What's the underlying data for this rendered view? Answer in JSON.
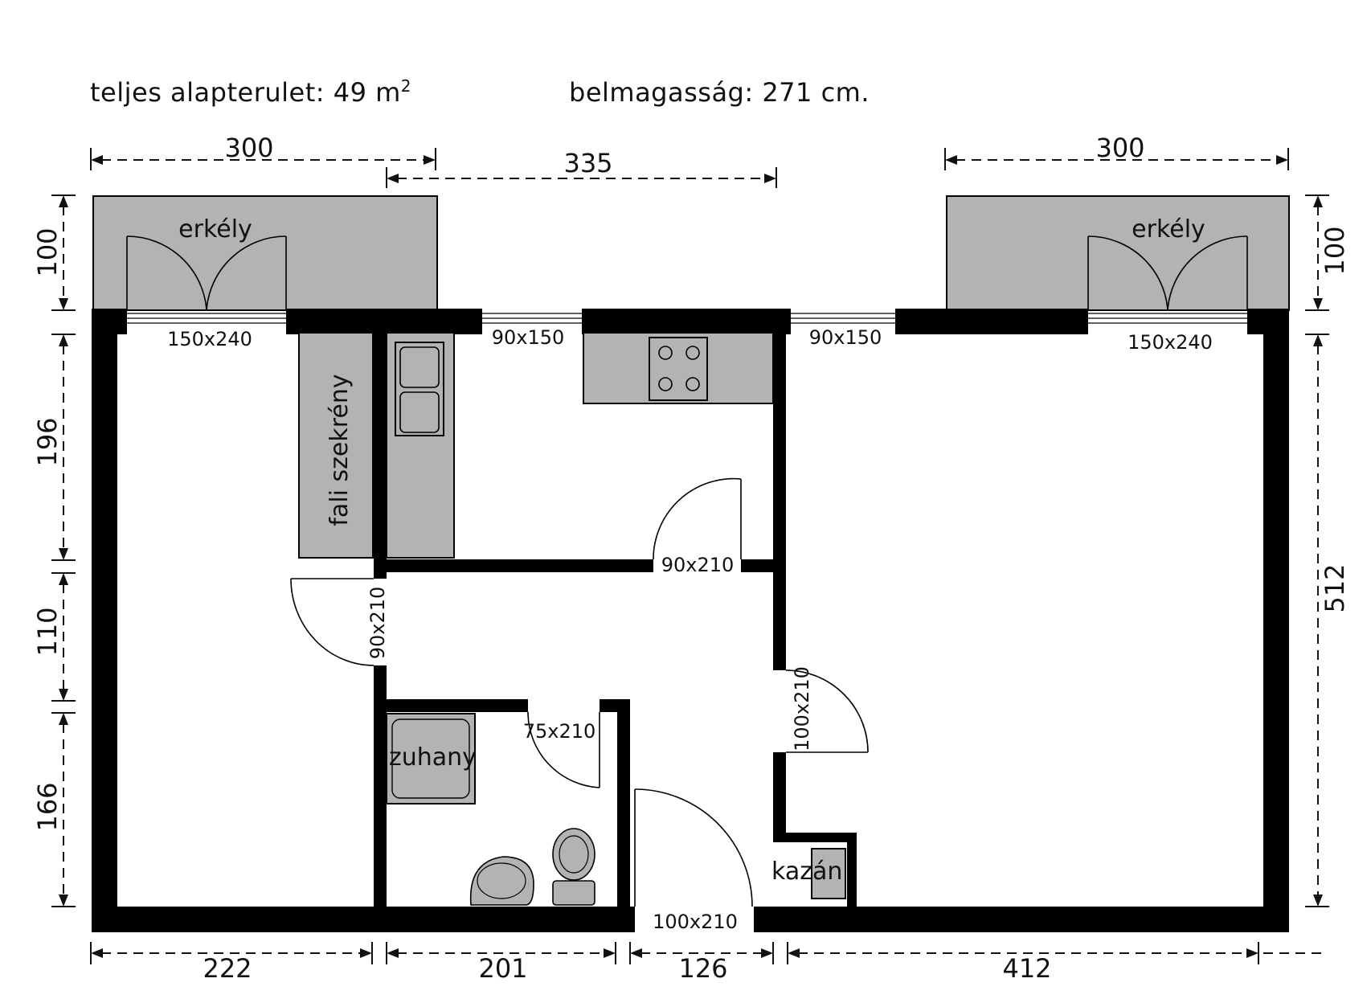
{
  "header": {
    "area_text": "teljes alapterulet: 49 m",
    "area_sup": "2",
    "height_text": "belmagasság: 271  cm."
  },
  "dimensions": {
    "top_left": "300",
    "top_middle": "335",
    "top_right": "300",
    "left_balcony": "100",
    "right_balcony": "100",
    "left_1": "196",
    "left_2": "110",
    "left_3": "166",
    "right_main": "512",
    "bottom_1": "222",
    "bottom_2": "201",
    "bottom_3": "126",
    "bottom_4": "412"
  },
  "rooms": {
    "balcony_left": "erkély",
    "balcony_right": "erkély",
    "wardrobe": "fali szekrény",
    "shower": "zuhany",
    "boiler": "kazán"
  },
  "openings": {
    "window_left": "150x240",
    "window_mid_1": "90x150",
    "window_mid_2": "90x150",
    "window_right": "150x240",
    "door_kitchen": "90x210",
    "door_left_room": "90x210",
    "door_bath": "75x210",
    "door_right_room": "100x210",
    "door_entrance": "100x210"
  }
}
